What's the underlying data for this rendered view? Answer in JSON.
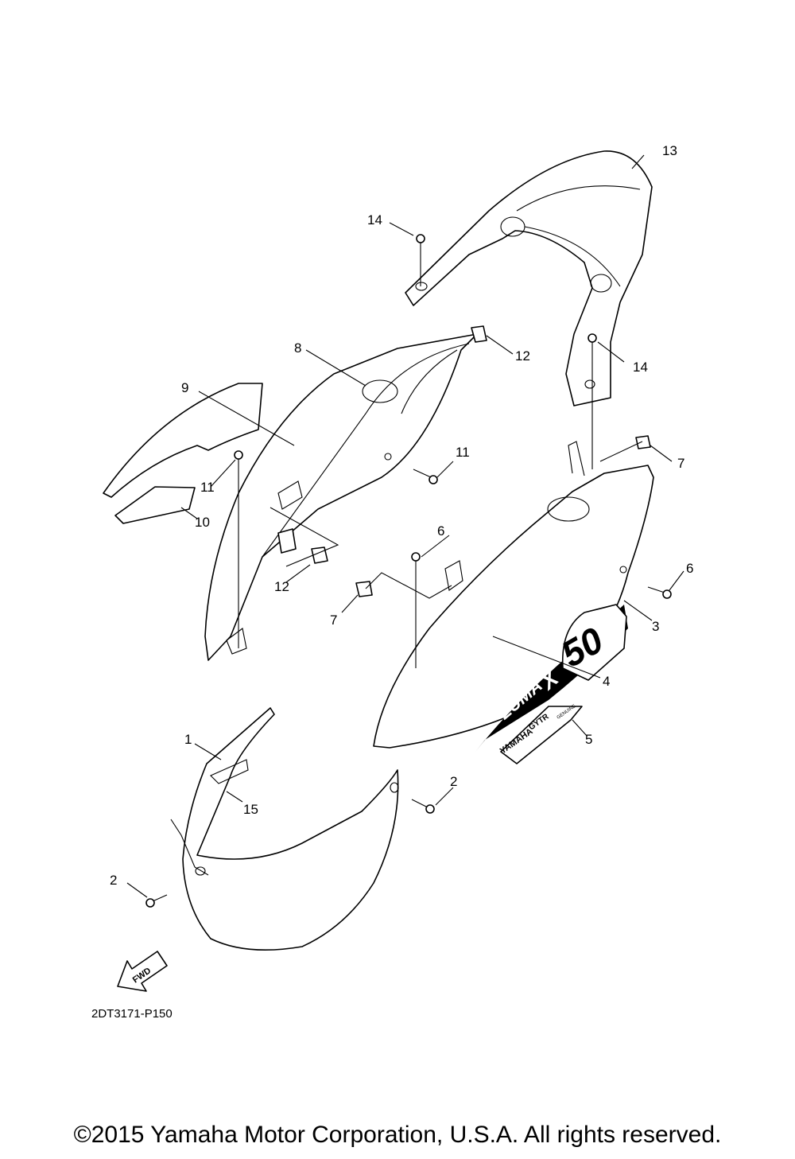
{
  "diagram": {
    "callouts": [
      "1",
      "2",
      "2",
      "3",
      "4",
      "5",
      "6",
      "6",
      "7",
      "7",
      "8",
      "9",
      "10",
      "11",
      "11",
      "12",
      "12",
      "13",
      "14",
      "14",
      "15"
    ],
    "decal_4": {
      "model_text": "ZUMA",
      "model_x": "X",
      "model_number": "50"
    },
    "decal_5": {
      "brand": "YAMAHA",
      "line": "GYTR",
      "tag": "GENUINE"
    },
    "fwd_label": "FWD",
    "drawing_code": "2DT3171-P150"
  },
  "footer": {
    "copyright": "©2015 Yamaha Motor Corporation, U.S.A. All rights reserved."
  }
}
